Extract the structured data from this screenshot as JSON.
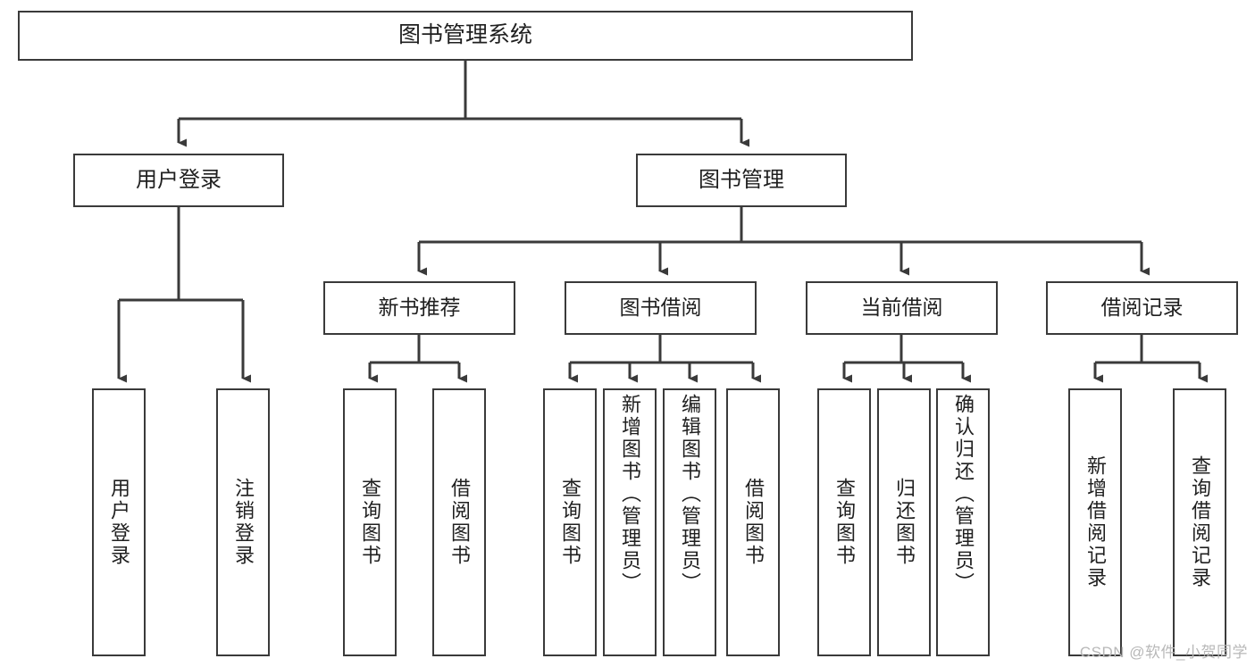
{
  "diagram": {
    "title": "图书管理系统",
    "type": "tree-hierarchy",
    "root": {
      "label": "图书管理系统"
    },
    "level1": [
      {
        "label": "用户登录"
      },
      {
        "label": "图书管理"
      }
    ],
    "level2": [
      {
        "label": "新书推荐"
      },
      {
        "label": "图书借阅"
      },
      {
        "label": "当前借阅"
      },
      {
        "label": "借阅记录"
      }
    ],
    "leaves": {
      "user_login": [
        {
          "label": "用户登录"
        },
        {
          "label": "注销登录"
        }
      ],
      "new_book_recommend": [
        {
          "label": "查询图书"
        },
        {
          "label": "借阅图书"
        }
      ],
      "book_borrow": [
        {
          "label": "查询图书"
        },
        {
          "label": "新增图书（管理员）"
        },
        {
          "label": "编辑图书（管理员）"
        },
        {
          "label": "借阅图书"
        }
      ],
      "current_borrow": [
        {
          "label": "查询图书"
        },
        {
          "label": "归还图书"
        },
        {
          "label": "确认归还（管理员）"
        }
      ],
      "borrow_records": [
        {
          "label": "新增借阅记录"
        },
        {
          "label": "查询借阅记录"
        }
      ]
    }
  },
  "watermark": {
    "text": "CSDN @软件_小贺同学"
  },
  "colors": {
    "box_border": "#3a3a3a",
    "line": "#3a3a3a",
    "text": "#1f1f1f",
    "background": "#ffffff",
    "watermark": "#b8b8b8"
  }
}
